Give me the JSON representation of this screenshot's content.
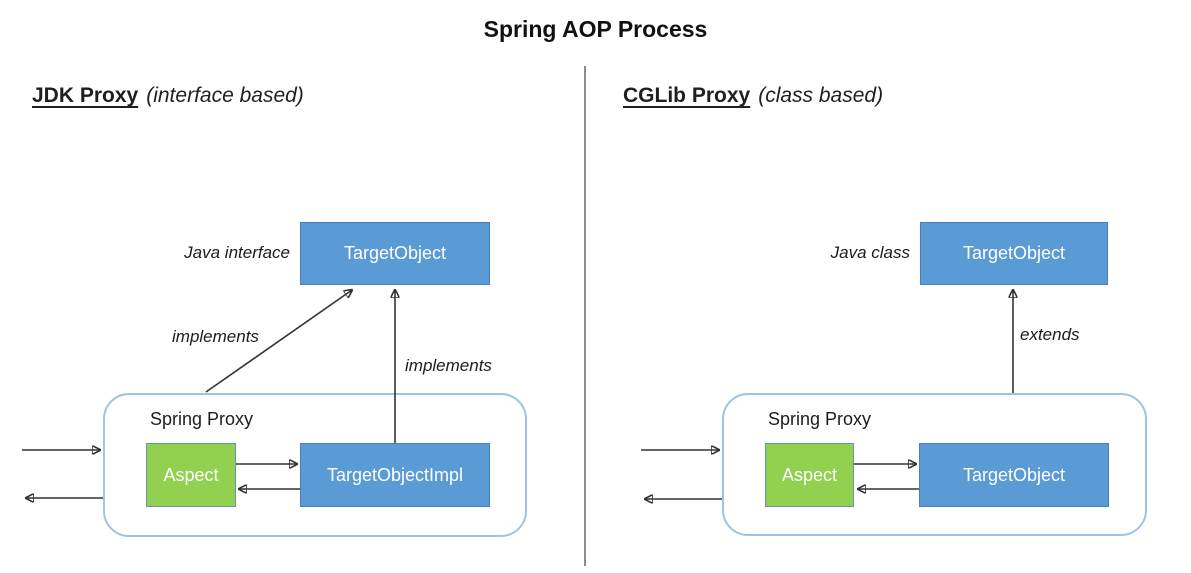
{
  "title": "Spring AOP Process",
  "palette": {
    "box_blue": "#5B9BD5",
    "box_green": "#92D050",
    "container_border": "#9DC3E6",
    "divider_gray": "#8C8C8C",
    "arrow_color": "#333333"
  },
  "left_panel": {
    "heading": "JDK Proxy",
    "heading_suffix": "(interface based)",
    "java_label": "Java interface",
    "top_box": "TargetObject",
    "container_label": "Spring Proxy",
    "aspect_box": "Aspect",
    "inner_box": "TargetObjectImpl",
    "diagonal_arrow_label": "implements",
    "vertical_arrow_label": "implements"
  },
  "right_panel": {
    "heading": "CGLib Proxy",
    "heading_suffix": "(class based)",
    "java_label": "Java class",
    "top_box": "TargetObject",
    "container_label": "Spring Proxy",
    "aspect_box": "Aspect",
    "inner_box": "TargetObject",
    "vertical_arrow_label": "extends"
  }
}
